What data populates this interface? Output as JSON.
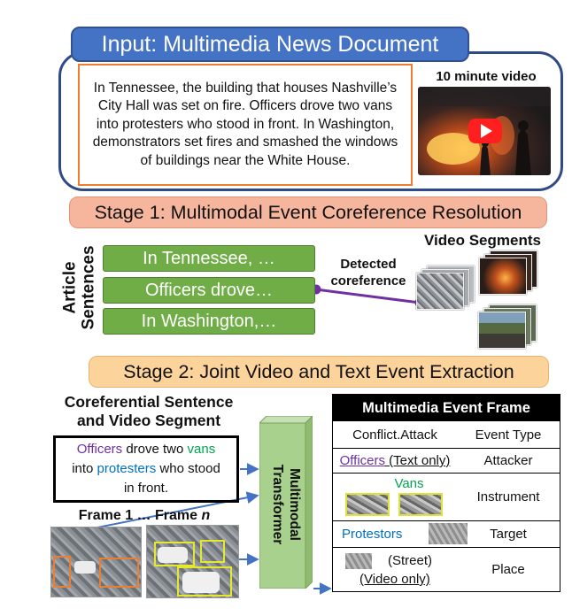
{
  "input": {
    "title": "Input: Multimedia News Document",
    "article_text": "In Tennessee, the building that houses Nashville’s City Hall was set on fire. Officers drove two vans into protesters who stood in front. In Washington, demonstrators set fires and smashed the windows of buildings near the White House.",
    "video_caption": "10 minute video"
  },
  "stage1": {
    "title": "Stage 1: Multimodal Event Coreference Resolution",
    "article_label": "Article\nSentences",
    "sentences": [
      "In Tennessee, …",
      "Officers drove…",
      "In Washington,…"
    ],
    "detected_label": "Detected\ncoreference",
    "video_segments_title": "Video Segments"
  },
  "stage2": {
    "title": "Stage 2: Joint Video and Text Event Extraction",
    "coref_title": "Coreferential Sentence\nand Video Segment",
    "sentence": {
      "w1": "Officers",
      "w2": " drove two ",
      "w3": "vans",
      "w4": "into ",
      "w5": "protesters",
      "w6": " who stood",
      "w7": "in front."
    },
    "frame_label_a": "Frame 1 … Frame ",
    "frame_label_b": "n",
    "transformer_label": "Multimodal\nTransformer"
  },
  "event_frame": {
    "header": "Multimedia Event Frame",
    "event_type_value": "Conflict.Attack",
    "event_type_label": "Event Type",
    "rows": [
      {
        "arg_a": "Officers",
        "arg_b": " (Text only)",
        "role": "Attacker"
      },
      {
        "arg_a": "Vans",
        "arg_b": "",
        "role": "Instrument"
      },
      {
        "arg_a": "Protestors",
        "arg_b": "",
        "role": "Target"
      },
      {
        "arg_a": "(Street)",
        "arg_b": "(Video only)",
        "role": "Place"
      }
    ]
  },
  "colors": {
    "input_blue": "#4472c4",
    "article_orange": "#ed7d31",
    "sentence_green": "#70ad47",
    "coref_purple": "#7030a0",
    "stage1_salmon": "#f5b69d",
    "stage2_peach": "#fcd39b",
    "transformer_green": "#a9d18e",
    "arrow_blue": "#4472c4",
    "bbox_yellow": "#e6e82b",
    "vans_green": "#00a550",
    "protesters_blue": "#0070c0"
  }
}
